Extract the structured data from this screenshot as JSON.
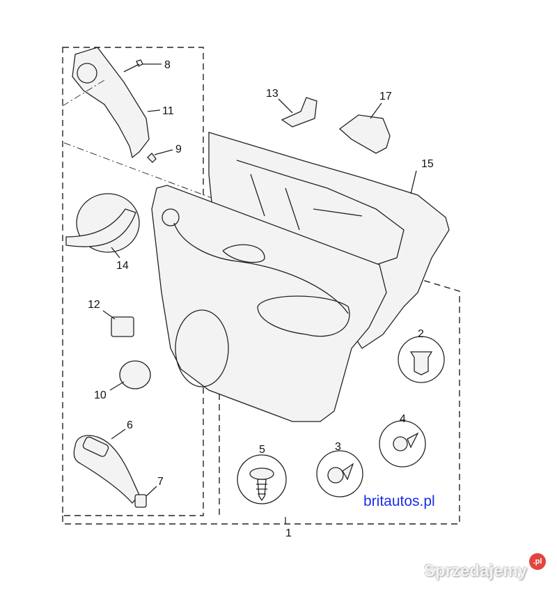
{
  "diagram": {
    "labels": {
      "p1": "1",
      "p2": "2",
      "p3": "3",
      "p4": "4",
      "p5": "5",
      "p6": "6",
      "p7": "7",
      "p8": "8",
      "p9": "9",
      "p10": "10",
      "p11": "11",
      "p12": "12",
      "p13": "13",
      "p14": "14",
      "p15": "15",
      "p17": "17"
    }
  },
  "branding": {
    "site_text": "britautos.pl",
    "site_color": "#1a2ee8",
    "watermark_text": "Sprzedajemy",
    "watermark_badge": ".pl",
    "badge_color": "#e0463d"
  }
}
